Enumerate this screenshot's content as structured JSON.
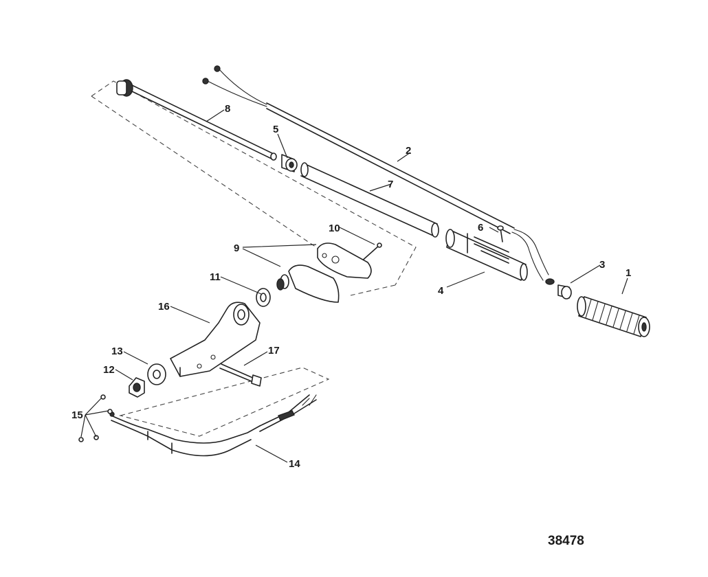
{
  "diagram": {
    "figure_number": "38478",
    "callouts": {
      "c1": "1",
      "c2": "2",
      "c3": "3",
      "c4": "4",
      "c5": "5",
      "c6": "6",
      "c7": "7",
      "c8": "8",
      "c9": "9",
      "c10": "10",
      "c11": "11",
      "c12": "12",
      "c13": "13",
      "c14": "14",
      "c15": "15",
      "c16": "16",
      "c17": "17"
    }
  }
}
